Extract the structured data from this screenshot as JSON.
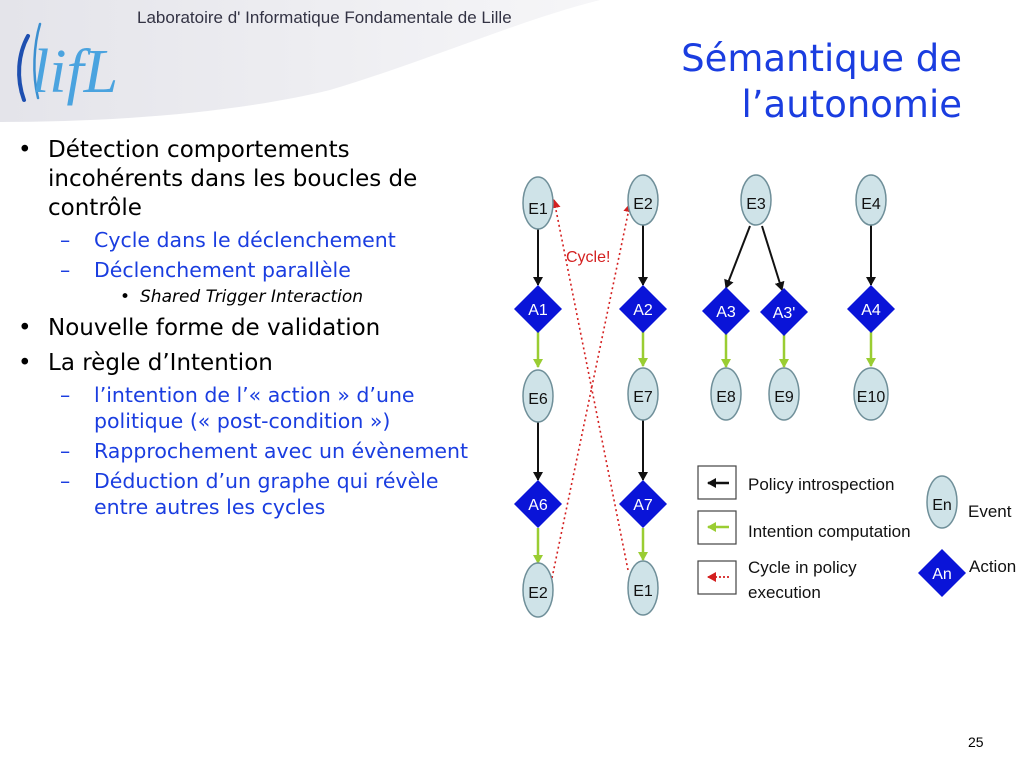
{
  "header": {
    "lab_name": "Laboratoire d' Informatique Fondamentale de Lille",
    "logo_text": "lifL",
    "title_line1": "Sémantique de",
    "title_line2": "l’autonomie"
  },
  "bullets": [
    {
      "level": 1,
      "text": "Détection comportements incohérents dans les boucles de contrôle"
    },
    {
      "level": 2,
      "text": "Cycle dans le déclenchement"
    },
    {
      "level": 2,
      "text": "Déclenchement parallèle"
    },
    {
      "level": 3,
      "text": "Shared Trigger Interaction"
    },
    {
      "level": 1,
      "text": "Nouvelle forme de validation"
    },
    {
      "level": 1,
      "text": "La règle d’Intention"
    },
    {
      "level": 2,
      "text": "l’intention de l’« action » d’une politique (« post-condition »)"
    },
    {
      "level": 2,
      "text": "Rapprochement avec un évènement"
    },
    {
      "level": 2,
      "text": "Déduction d’un graphe qui révèle entre autres les cycles"
    }
  ],
  "markers": {
    "level1": "•",
    "level2": "–",
    "level3": "•"
  },
  "diagram": {
    "events": [
      "E1",
      "E2",
      "E3",
      "E4",
      "E6",
      "E7",
      "E8",
      "E9",
      "E10",
      "E2",
      "E1"
    ],
    "actions": [
      "A1",
      "A2",
      "A3",
      "A3'",
      "A4",
      "A6",
      "A7"
    ],
    "cycle_label": "Cycle!",
    "colors": {
      "event_fill": "#cfe3e8",
      "event_stroke": "#6f8f99",
      "action_fill": "#0a14d8",
      "policy_arrow": "#111111",
      "intention_arrow": "#9acd32",
      "cycle_arrow": "#d42020"
    }
  },
  "legend": {
    "policy_introspection": "Policy introspection",
    "intention_computation": "Intention computation",
    "cycle_line1": "Cycle in policy",
    "cycle_line2": "execution",
    "event_symbol": "En",
    "event_label": "Event",
    "action_symbol": "An",
    "action_label": "Action"
  },
  "page_number": "25"
}
